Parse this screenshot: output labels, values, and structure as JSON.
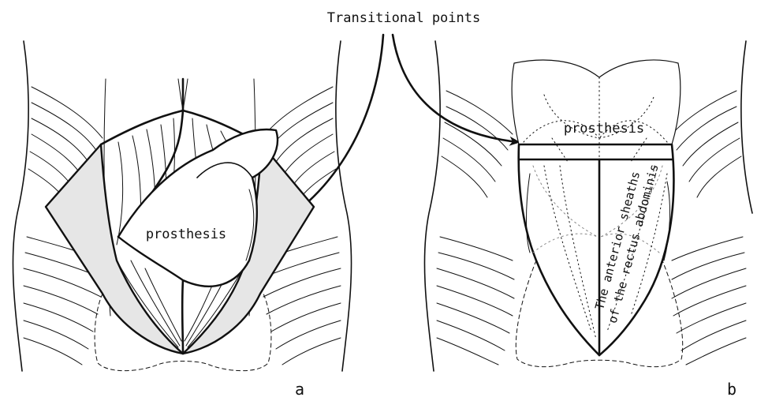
{
  "callout": {
    "text": "Transitional points"
  },
  "panel_a": {
    "label": "a",
    "prosthesis_text": "prosthesis"
  },
  "panel_b": {
    "label": "b",
    "prosthesis_text": "prosthesis",
    "sheath_line1": "The anterior sheaths",
    "sheath_line2": "of the rectus abdominis"
  },
  "colors": {
    "ink": "#111111",
    "shade": "#e6e6e6",
    "dotted_gray": "#888888"
  }
}
